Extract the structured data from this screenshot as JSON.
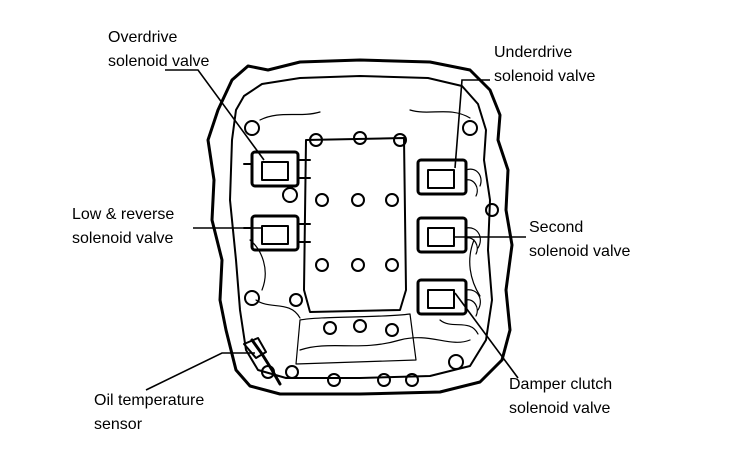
{
  "labels": {
    "overdrive": [
      "Overdrive",
      "solenoid valve"
    ],
    "underdrive": [
      "Underdrive",
      "solenoid valve"
    ],
    "low_reverse": [
      "Low & reverse",
      "solenoid valve"
    ],
    "second": [
      "Second",
      "solenoid valve"
    ],
    "oil_temp": [
      "Oil temperature",
      "sensor"
    ],
    "damper": [
      "Damper clutch",
      "solenoid valve"
    ]
  }
}
